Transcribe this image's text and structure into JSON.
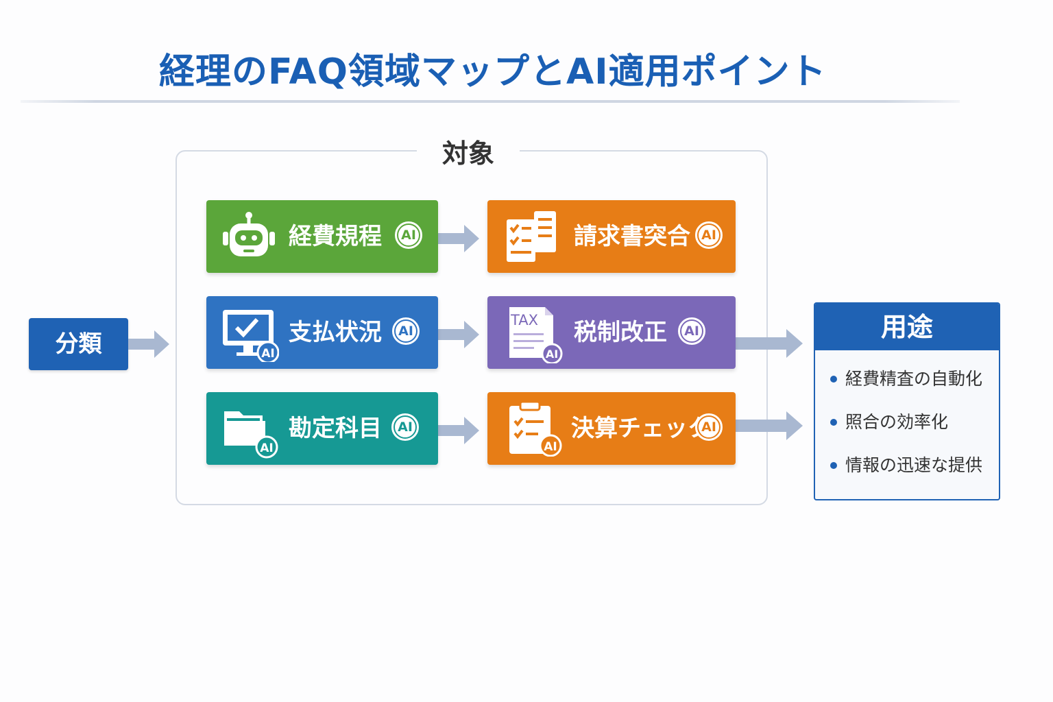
{
  "title": "経理のFAQ領域マップとAI適用ポイント",
  "target_label": "対象",
  "category_label": "分類",
  "ai_badge": "AI",
  "cards": [
    {
      "label": "経費規程",
      "color": "#5ba63a",
      "icon": "robot-icon"
    },
    {
      "label": "請求書突合",
      "color": "#e77d16",
      "icon": "checklist-documents-icon"
    },
    {
      "label": "支払状況",
      "color": "#2f73c2",
      "icon": "monitor-check-icon"
    },
    {
      "label": "税制改正",
      "color": "#7b68b8",
      "icon": "tax-document-icon",
      "icon_text": "TAX"
    },
    {
      "label": "勘定科目",
      "color": "#169994",
      "icon": "folder-icon"
    },
    {
      "label": "決算チェック",
      "color": "#e77d16",
      "icon": "clipboard-checklist-icon"
    }
  ],
  "use": {
    "heading": "用途",
    "items": [
      "経費精査の自動化",
      "照合の効率化",
      "情報の迅速な提供"
    ]
  },
  "colors": {
    "accent": "#1f62b4",
    "title": "#1a5fb4",
    "arrow": "#a9b8d1"
  }
}
